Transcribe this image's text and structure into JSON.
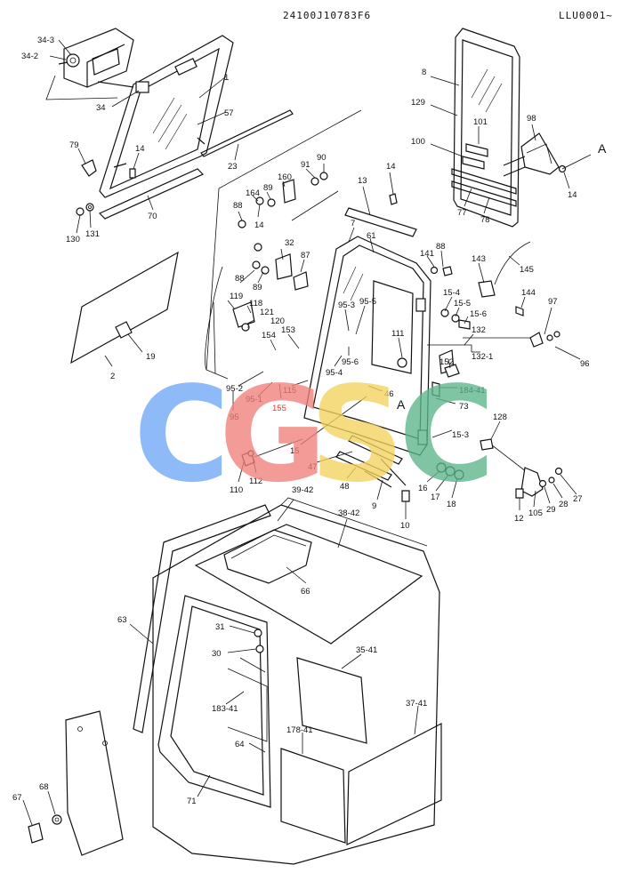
{
  "header": {
    "doc_code": "24100J10783F6",
    "page_ref": "LLU0001~"
  },
  "watermark": {
    "letters": [
      "C",
      "G",
      "S",
      "C"
    ],
    "colors": [
      "#6fa8f5",
      "#f07f7a",
      "#f4d35e",
      "#5cb58a"
    ]
  },
  "labels": {
    "p34_3": "34-3",
    "p34_2": "34-2",
    "p34": "34",
    "p1": "1",
    "p57": "57",
    "p79": "79",
    "p14a": "14",
    "p23": "23",
    "p70": "70",
    "p130": "130",
    "p131": "131",
    "p8": "8",
    "p129": "129",
    "p101": "101",
    "p98": "98",
    "p100": "100",
    "pA": "A",
    "p14b": "14",
    "p77": "77",
    "p78": "78",
    "p91": "91",
    "p90": "90",
    "p160": "160",
    "p164": "164",
    "p89a": "89",
    "p14c": "14",
    "p88a": "88",
    "p14d": "14",
    "p13": "13",
    "p7": "7",
    "p61": "61",
    "p141": "141",
    "p88b": "88",
    "p32": "32",
    "p87": "87",
    "p88c": "88",
    "p89b": "89",
    "p119": "119",
    "p118": "118",
    "p121": "121",
    "p120": "120",
    "p2": "2",
    "p19": "19",
    "p143": "143",
    "p145": "145",
    "p144": "144",
    "p15_4": "15-4",
    "p15_5": "15-5",
    "p15_6": "15-6",
    "p97": "97",
    "p96": "96",
    "p132": "132",
    "p132_1": "132-1",
    "p95_3": "95-3",
    "p95_5": "95-5",
    "p111": "111",
    "p153": "153",
    "p154": "154",
    "p95_6": "95-6",
    "p95_4": "95-4",
    "p152": "152",
    "p115": "115",
    "p46": "46",
    "p184_41": "184-41",
    "pA2": "A",
    "p73": "73",
    "p95_2": "95-2",
    "p95_1": "95-1",
    "p155": "155",
    "p95": "95",
    "p15": "15",
    "p15_3": "15-3",
    "p128": "128",
    "p47": "47",
    "p110": "110",
    "p112": "112",
    "p48": "48",
    "p16": "16",
    "p17": "17",
    "p18": "18",
    "p9": "9",
    "p12": "12",
    "p105": "105",
    "p29": "29",
    "p28": "28",
    "p27": "27",
    "p10": "10",
    "p39_42": "39-42",
    "p38_42": "38-42",
    "p66": "66",
    "p63": "63",
    "p31": "31",
    "p30": "30",
    "p35_41": "35-41",
    "p183_41": "183-41",
    "p37_41": "37-41",
    "p64": "64",
    "p178_41": "178-41",
    "p71": "71",
    "p67": "67",
    "p68": "68"
  }
}
